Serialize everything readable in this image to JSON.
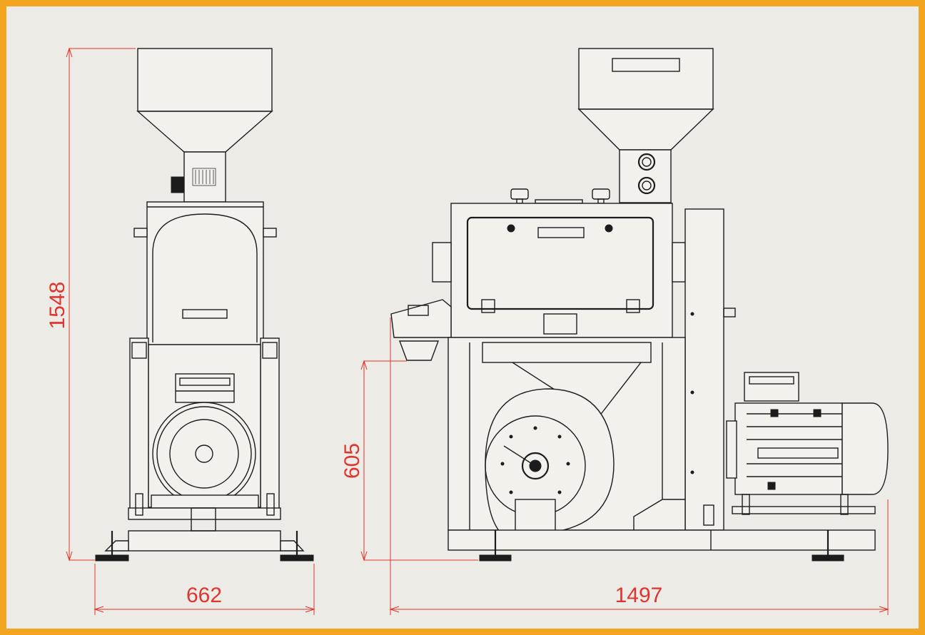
{
  "dimensions": {
    "front_width": "662",
    "front_height": "1548",
    "side_width": "1497",
    "side_height": "605"
  },
  "colors": {
    "frame": "#f4a51f",
    "background": "#ecebe6",
    "dimension_lines": "#e0342f",
    "outline": "#1c1c1c"
  }
}
